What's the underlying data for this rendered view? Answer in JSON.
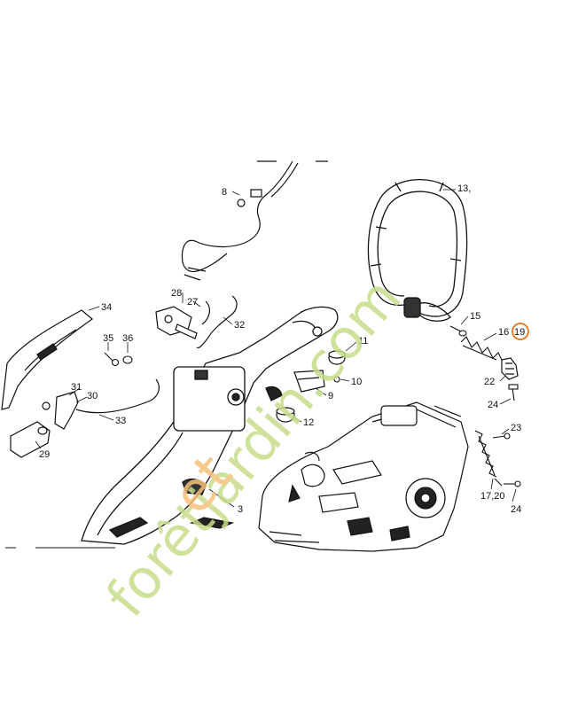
{
  "callouts": [
    {
      "id": "p13",
      "text": "13,"
    },
    {
      "id": "p8",
      "text": "8"
    },
    {
      "id": "p34",
      "text": "34"
    },
    {
      "id": "p28",
      "text": "28"
    },
    {
      "id": "p27",
      "text": "27"
    },
    {
      "id": "p32",
      "text": "32"
    },
    {
      "id": "p35",
      "text": "35"
    },
    {
      "id": "p36",
      "text": "36"
    },
    {
      "id": "p11",
      "text": "11"
    },
    {
      "id": "p15",
      "text": "15"
    },
    {
      "id": "p16",
      "text": "16"
    },
    {
      "id": "p19",
      "text": "19",
      "highlighted": true
    },
    {
      "id": "p10",
      "text": "10"
    },
    {
      "id": "p22",
      "text": "22"
    },
    {
      "id": "p9",
      "text": "9"
    },
    {
      "id": "p31",
      "text": "31"
    },
    {
      "id": "p30",
      "text": "30"
    },
    {
      "id": "p33",
      "text": "33"
    },
    {
      "id": "p12",
      "text": "12"
    },
    {
      "id": "p24a",
      "text": "24"
    },
    {
      "id": "p23",
      "text": "23"
    },
    {
      "id": "p29",
      "text": "29"
    },
    {
      "id": "p1720",
      "text": "17,20"
    },
    {
      "id": "p24b",
      "text": "24"
    },
    {
      "id": "p3",
      "text": "3"
    }
  ],
  "watermark": {
    "text_green": "forêtjardin.com",
    "text_orange": "et",
    "green": "#c6dd8a",
    "orange": "#f6c07a"
  },
  "colors": {
    "line": "#111111",
    "highlight": "#e8731a"
  }
}
